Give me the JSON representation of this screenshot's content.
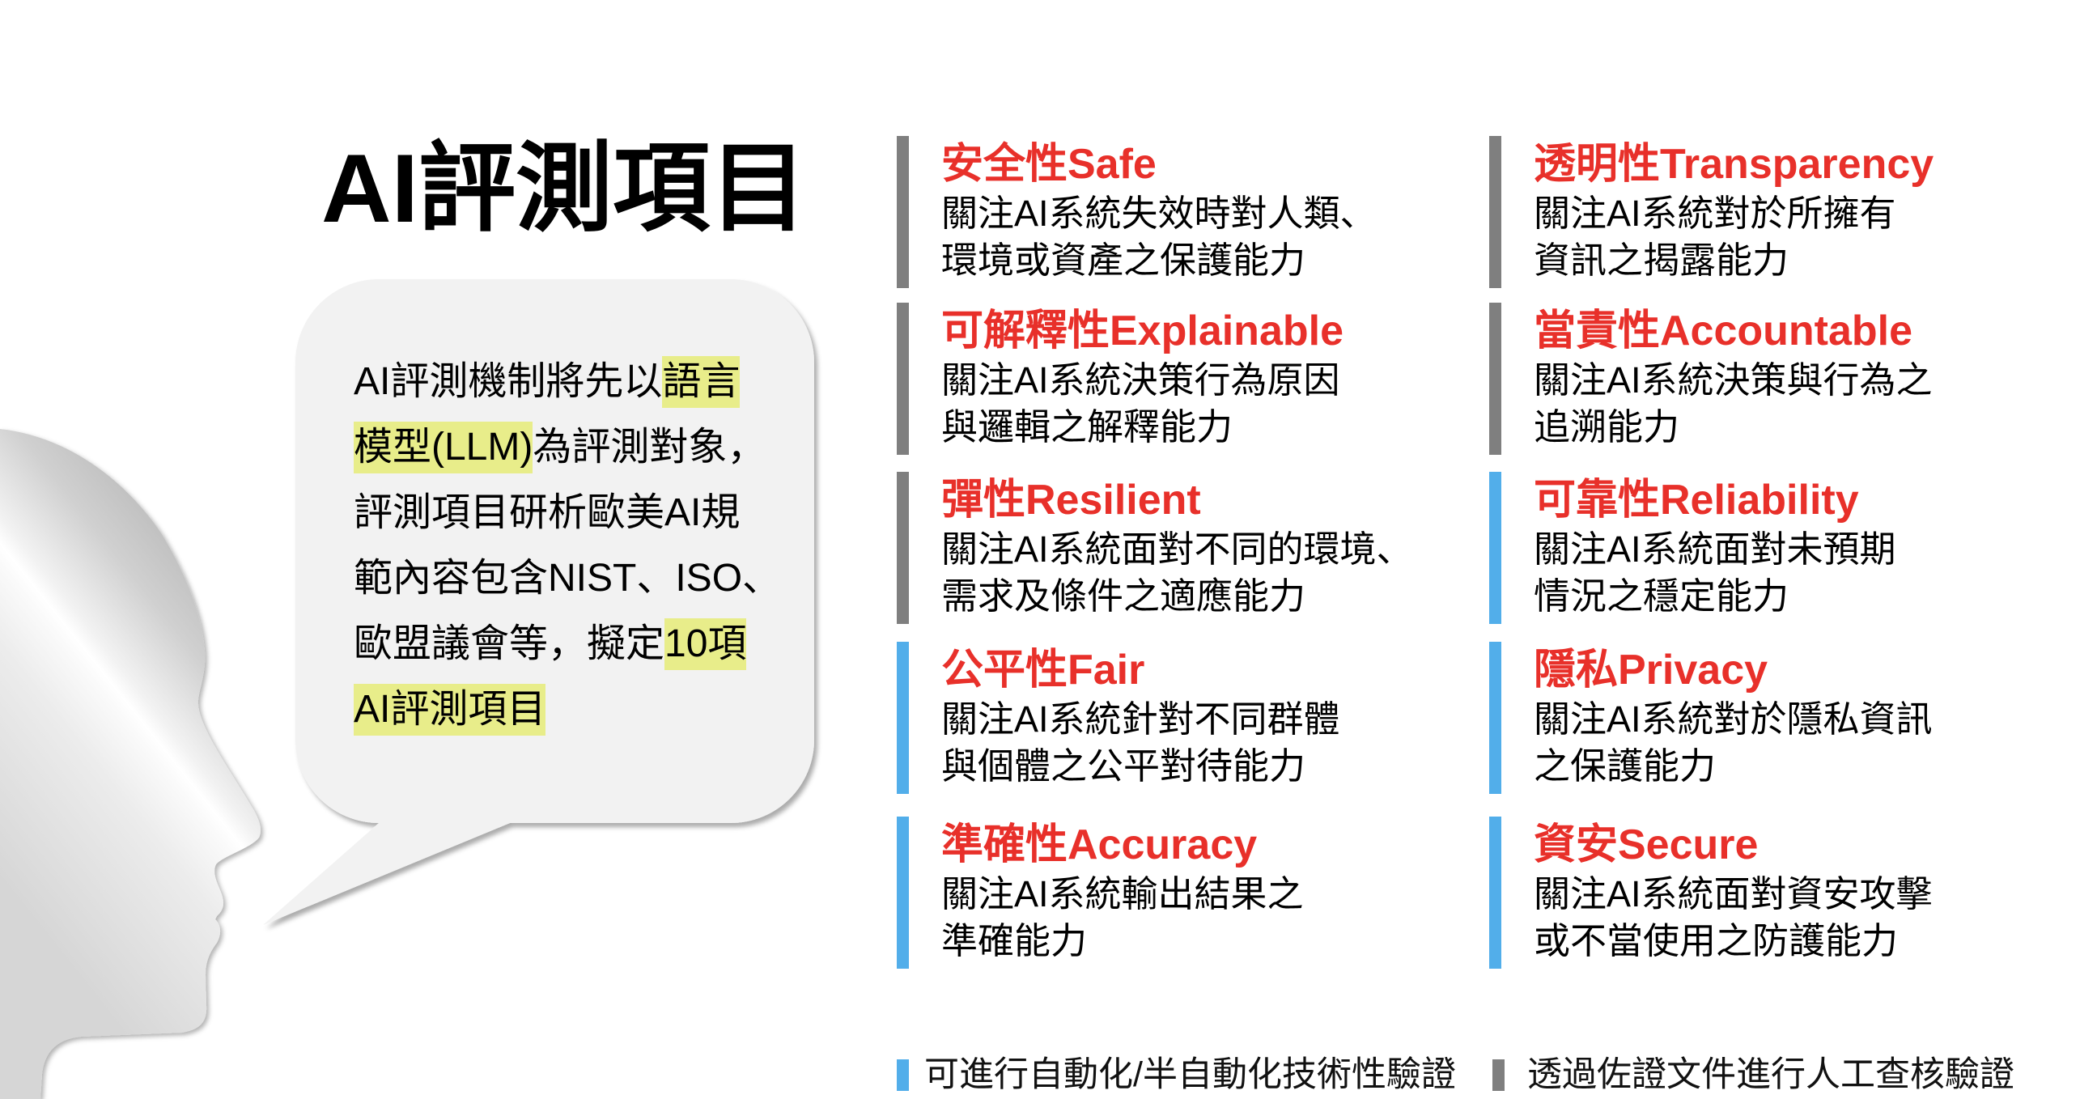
{
  "title": "AI評測項目",
  "colors": {
    "heading_red": "#e8302a",
    "bar_gray": "#7f7f7f",
    "bar_blue": "#52aeea",
    "highlight": "#e8ed8a",
    "bubble_bg": "#f2f2f2"
  },
  "bubble": {
    "lines": [
      [
        {
          "text": "AI評測機制將先以",
          "highlight": false
        },
        {
          "text": "語言",
          "highlight": true
        }
      ],
      [
        {
          "text": "模型(LLM)",
          "highlight": true
        },
        {
          "text": "為評測對象，",
          "highlight": false
        }
      ],
      [
        {
          "text": "評測項目研析歐美AI規",
          "highlight": false
        }
      ],
      [
        {
          "text": "範內容包含NIST、ISO、",
          "highlight": false
        }
      ],
      [
        {
          "text": "歐盟議會等，擬定",
          "highlight": false
        },
        {
          "text": "10項",
          "highlight": true
        }
      ],
      [
        {
          "text": "AI評測項目",
          "highlight": true
        }
      ]
    ]
  },
  "columns": {
    "left": [
      {
        "heading": "安全性Safe",
        "desc": [
          "關注AI系統失效時對人類、",
          "環境或資產之保護能力"
        ],
        "verification": "manual",
        "bar_color": "#7f7f7f"
      },
      {
        "heading": "可解釋性Explainable",
        "desc": [
          "關注AI系統決策行為原因",
          "與邏輯之解釋能力"
        ],
        "verification": "manual",
        "bar_color": "#7f7f7f"
      },
      {
        "heading": "彈性Resilient",
        "desc": [
          "關注AI系統面對不同的環境、",
          "需求及條件之適應能力"
        ],
        "verification": "manual",
        "bar_color": "#7f7f7f"
      },
      {
        "heading": "公平性Fair",
        "desc": [
          "關注AI系統針對不同群體",
          "與個體之公平對待能力"
        ],
        "verification": "automated",
        "bar_color": "#52aeea"
      },
      {
        "heading": "準確性Accuracy",
        "desc": [
          "關注AI系統輸出結果之",
          "準確能力"
        ],
        "verification": "automated",
        "bar_color": "#52aeea"
      }
    ],
    "right": [
      {
        "heading": "透明性Transparency",
        "desc": [
          "關注AI系統對於所擁有",
          "資訊之揭露能力"
        ],
        "verification": "manual",
        "bar_color": "#7f7f7f"
      },
      {
        "heading": "當責性Accountable",
        "desc": [
          "關注AI系統決策與行為之",
          "追溯能力"
        ],
        "verification": "manual",
        "bar_color": "#7f7f7f"
      },
      {
        "heading": "可靠性Reliability",
        "desc": [
          "關注AI系統面對未預期",
          "情況之穩定能力"
        ],
        "verification": "automated",
        "bar_color": "#52aeea"
      },
      {
        "heading": "隱私Privacy",
        "desc": [
          "關注AI系統對於隱私資訊",
          "之保護能力"
        ],
        "verification": "automated",
        "bar_color": "#52aeea"
      },
      {
        "heading": "資安Secure",
        "desc": [
          "關注AI系統面對資安攻擊",
          "或不當使用之防護能力"
        ],
        "verification": "automated",
        "bar_color": "#52aeea"
      }
    ]
  },
  "legend": [
    {
      "label": "可進行自動化/半自動化技術性驗證",
      "type": "automated",
      "color": "#52aeea"
    },
    {
      "label": "透過佐證文件進行人工查核驗證",
      "type": "manual",
      "color": "#7f7f7f"
    }
  ]
}
